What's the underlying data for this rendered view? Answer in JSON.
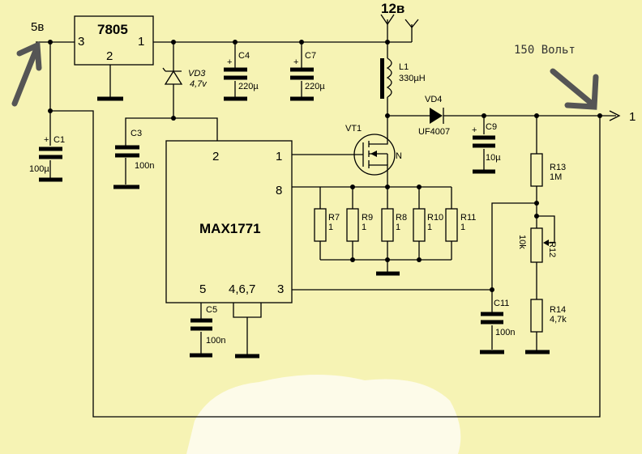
{
  "rails": {
    "in_5v": "5в",
    "in_12v": "12в",
    "out": "150 Вольт",
    "out_pin": "1"
  },
  "regulator": {
    "name": "7805",
    "pin_in": "3",
    "pin_gnd": "2",
    "pin_out": "1"
  },
  "ic": {
    "name": "MAX1771",
    "pin2": "2",
    "pin1": "1",
    "pin8": "8",
    "pin5": "5",
    "pin467": "4,6,7",
    "pin3": "3"
  },
  "components": {
    "c1": {
      "ref": "C1",
      "value": "100µ"
    },
    "c3": {
      "ref": "C3",
      "value": "100n"
    },
    "c4": {
      "ref": "C4",
      "value": "220µ"
    },
    "c5": {
      "ref": "C5",
      "value": "100n"
    },
    "c7": {
      "ref": "C7",
      "value": "220µ"
    },
    "c9": {
      "ref": "C9",
      "value": "10µ"
    },
    "c11": {
      "ref": "C11",
      "value": "100n"
    },
    "vd3": {
      "ref": "VD3",
      "value": "4,7v"
    },
    "vd4": {
      "ref": "VD4",
      "value": "UF4007"
    },
    "l1": {
      "ref": "L1",
      "value": "330µH"
    },
    "vt1": {
      "ref": "VT1",
      "type": "N"
    },
    "r7": {
      "ref": "R7",
      "value": "1"
    },
    "r8": {
      "ref": "R8",
      "value": "1"
    },
    "r9": {
      "ref": "R9",
      "value": "1"
    },
    "r10": {
      "ref": "R10",
      "value": "1"
    },
    "r11": {
      "ref": "R11",
      "value": "1"
    },
    "r12": {
      "ref": "R12",
      "value": "10k"
    },
    "r13": {
      "ref": "R13",
      "value": "1M"
    },
    "r14": {
      "ref": "R14",
      "value": "4,7k"
    },
    "plus": "+"
  },
  "colors": {
    "background": "#f6f3b4",
    "annotation": "#555555",
    "blob": "#fdfbe9"
  }
}
